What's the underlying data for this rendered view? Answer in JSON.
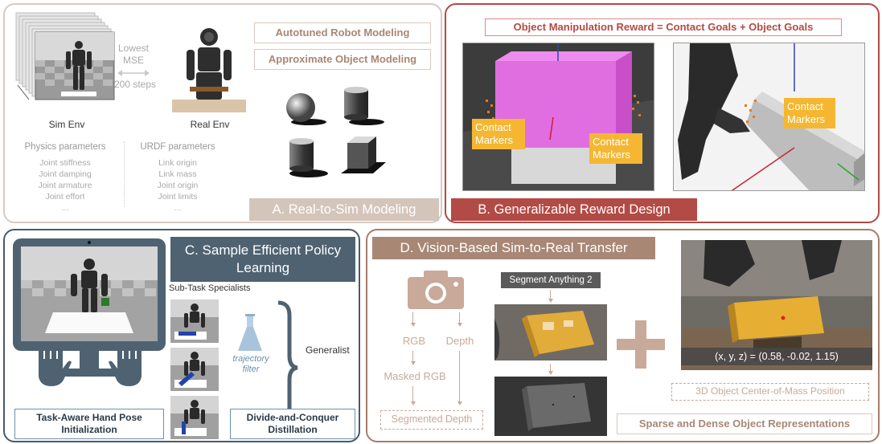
{
  "panelA": {
    "lowest": "Lowest",
    "mse": "MSE",
    "steps": "200 steps",
    "sim_env": "Sim Env",
    "real_env": "Real Env",
    "tag1": "Autotuned Robot Modeling",
    "tag2": "Approximate Object Modeling",
    "physics_title": "Physics parameters",
    "physics_items": [
      "Joint stiffness",
      "Joint damping",
      "Joint armature",
      "Joint effort",
      "..."
    ],
    "urdf_title": "URDF parameters",
    "urdf_items": [
      "Link origin",
      "Link mass",
      "Joint origin",
      "Joint limits",
      "..."
    ],
    "title": "A. Real-to-Sim Modeling",
    "title_color": "#d4c5ba"
  },
  "panelB": {
    "equation": "Object Manipulation Reward = Contact Goals + Object Goals",
    "contact1": "Contact Markers",
    "contact2": "Contact Markers",
    "contact3": "Contact Markers",
    "title": "B. Generalizable Reward Design",
    "title_color": "#b24a45",
    "contact_color": "#f5b731"
  },
  "panelC": {
    "title": "C. Sample Efficient Policy Learning",
    "title_color": "#4f6272",
    "subtask": "Sub-Task Specialists",
    "filter": "trajectory filter",
    "generalist": "Generalist",
    "box1": "Task-Aware Hand Pose Initialization",
    "box2": "Divide-and-Conquer Distillation"
  },
  "panelD": {
    "title": "D. Vision-Based Sim-to-Real Transfer",
    "title_color": "#a88775",
    "segment_anything": "Segment Anything 2",
    "rgb": "RGB",
    "depth": "Depth",
    "masked_rgb": "Masked RGB",
    "segmented_depth": "Segmented Depth",
    "coords": "(x, y, z) = (0.58, -0.02, 1.15)",
    "com": "3D Object Center-of-Mass Position",
    "sparse_dense": "Sparse and Dense Object Representations"
  }
}
